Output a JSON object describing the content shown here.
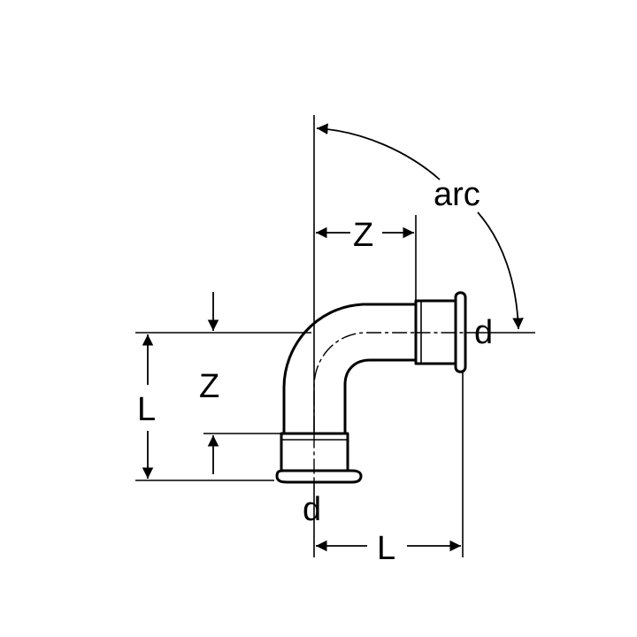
{
  "diagram": {
    "labels": {
      "arc": "arc",
      "z_horizontal": "Z",
      "z_vertical": "Z",
      "l_vertical": "L",
      "l_horizontal": "L",
      "d_right": "d",
      "d_bottom": "d"
    },
    "stroke_color": "#000000",
    "background": "#ffffff"
  }
}
